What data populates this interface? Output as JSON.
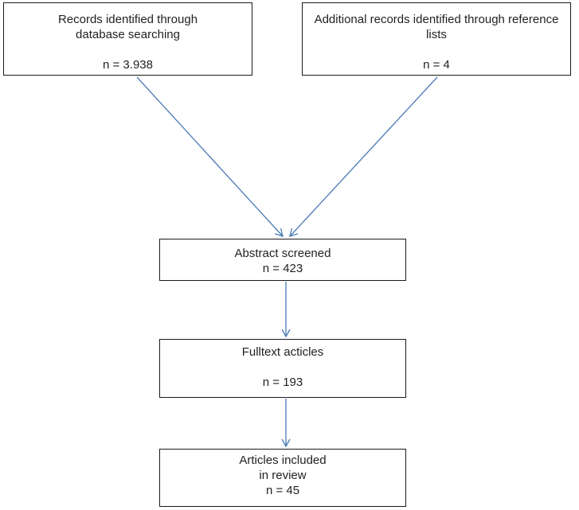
{
  "boxes": {
    "database_search": {
      "line1": "Records identified through",
      "line2": "database searching",
      "count": "n = 3.938"
    },
    "reference_lists": {
      "line1": "Additional records identified through reference",
      "line2": "lists",
      "count": "n = 4"
    },
    "abstract_screened": {
      "line1": "Abstract screened",
      "count": "n = 423"
    },
    "fulltext_articles": {
      "line1": "Fulltext acticles",
      "count": "n = 193"
    },
    "articles_included": {
      "line1": "Articles included",
      "line2": "in review",
      "count": "n = 45"
    }
  },
  "colors": {
    "arrow": "#4a7ab5",
    "border": "#1a1a1a"
  }
}
